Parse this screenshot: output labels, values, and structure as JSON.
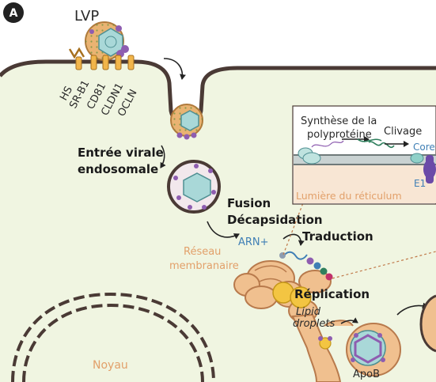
{
  "panel_letter": "A",
  "labels": {
    "lvp": "LVP",
    "receptors": [
      "HS",
      "SR-B1",
      "CD81",
      "CLDN1",
      "OCLN"
    ],
    "entry_line1": "Entrée virale",
    "entry_line2": "endosomale",
    "fusion": "Fusion",
    "decapsidation": "Décapsidation",
    "arn": "ARN+",
    "traduction": "Traduction",
    "reseau_line1": "Réseau",
    "reseau_line2": "membranaire",
    "replication": "Réplication",
    "lipid_line1": "Lipid",
    "lipid_line2": "droplets",
    "noyau": "Noyau",
    "apob": "ApoB"
  },
  "inset": {
    "synthese_line1": "Synthèse de la",
    "synthese_line2": "polyprotéine",
    "clivage": "Clivage",
    "core": "Core",
    "e1": "E1",
    "lumiere": "Lumière du réticulum"
  },
  "colors": {
    "cytoplasm": "#f0f5e1",
    "membrane": "#4a3a35",
    "er": "#f0c08f",
    "er_stroke": "#b87a4c",
    "lipid": "#f3c542",
    "capsid": "#a9d8d8",
    "envelope_purple": "#8e5db0",
    "panel_letter_bg": "#222222",
    "accent_blue": "#3f7fb5",
    "accent_orange": "#e2a06a"
  }
}
